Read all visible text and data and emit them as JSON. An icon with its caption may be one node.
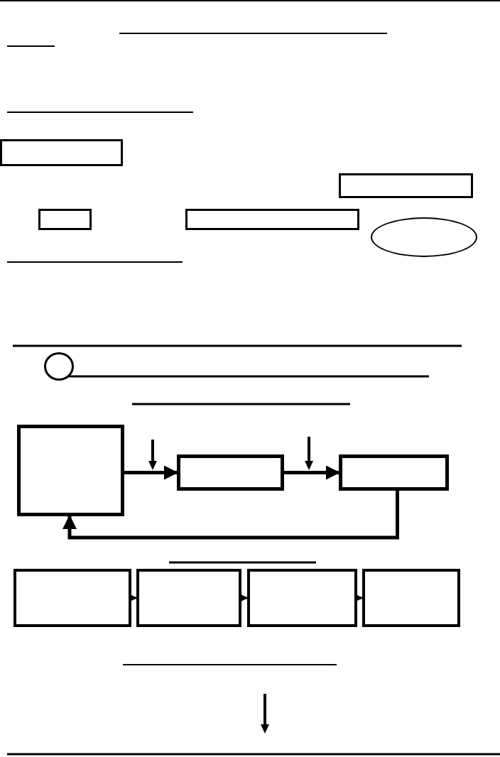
{
  "diagram": {
    "nodes": [
      {
        "text": [],
        "shape": "box"
      },
      {
        "text": [],
        "shape": "box"
      },
      {
        "text": [],
        "shape": "box"
      },
      {
        "text": [],
        "shape": "box"
      },
      {
        "text": [],
        "shape": "ellipse"
      },
      {
        "text": [],
        "shape": "circle"
      },
      {
        "text": [],
        "shape": "box"
      },
      {
        "text": [],
        "shape": "box"
      },
      {
        "text": [],
        "shape": "box"
      },
      {
        "text": [],
        "shape": "box"
      },
      {
        "text": [],
        "shape": "box"
      },
      {
        "text": [],
        "shape": "box"
      },
      {
        "text": [],
        "shape": "box"
      }
    ],
    "edges": [
      {
        "from": 6,
        "to": 7,
        "arrow": "to"
      },
      {
        "from": 7,
        "to": 8,
        "arrow": "to"
      },
      {
        "from": 8,
        "to": 6,
        "arrow": "to"
      },
      {
        "from": 9,
        "to": 10,
        "arrow": "to"
      },
      {
        "from": 10,
        "to": 11,
        "arrow": "to"
      },
      {
        "from": 11,
        "to": 12,
        "arrow": "to"
      }
    ]
  }
}
